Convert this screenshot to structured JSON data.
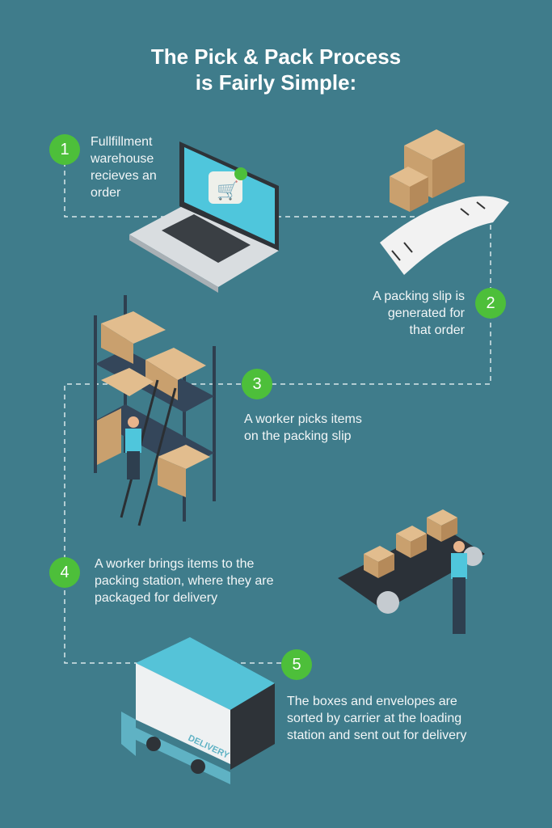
{
  "title_line1": "The Pick & Pack Process",
  "title_line2": "is Fairly Simple:",
  "steps": [
    {
      "number": "1",
      "text": [
        "Fullfillment",
        "warehouse",
        "recieves an",
        "order"
      ]
    },
    {
      "number": "2",
      "text": [
        "A packing slip is",
        "generated for",
        "that order"
      ]
    },
    {
      "number": "3",
      "text": [
        "A worker picks items",
        "on the packing slip"
      ]
    },
    {
      "number": "4",
      "text": [
        "A worker brings items to the",
        "packing station, where they are",
        "packaged for delivery"
      ]
    },
    {
      "number": "5",
      "text": [
        "The boxes and envelopes are",
        "sorted by carrier at the loading",
        "station and sent out for delivery"
      ]
    }
  ],
  "van_label": "DELIVERY",
  "colors": {
    "background": "#3f7c8b",
    "accent": "#4dbf3a"
  }
}
